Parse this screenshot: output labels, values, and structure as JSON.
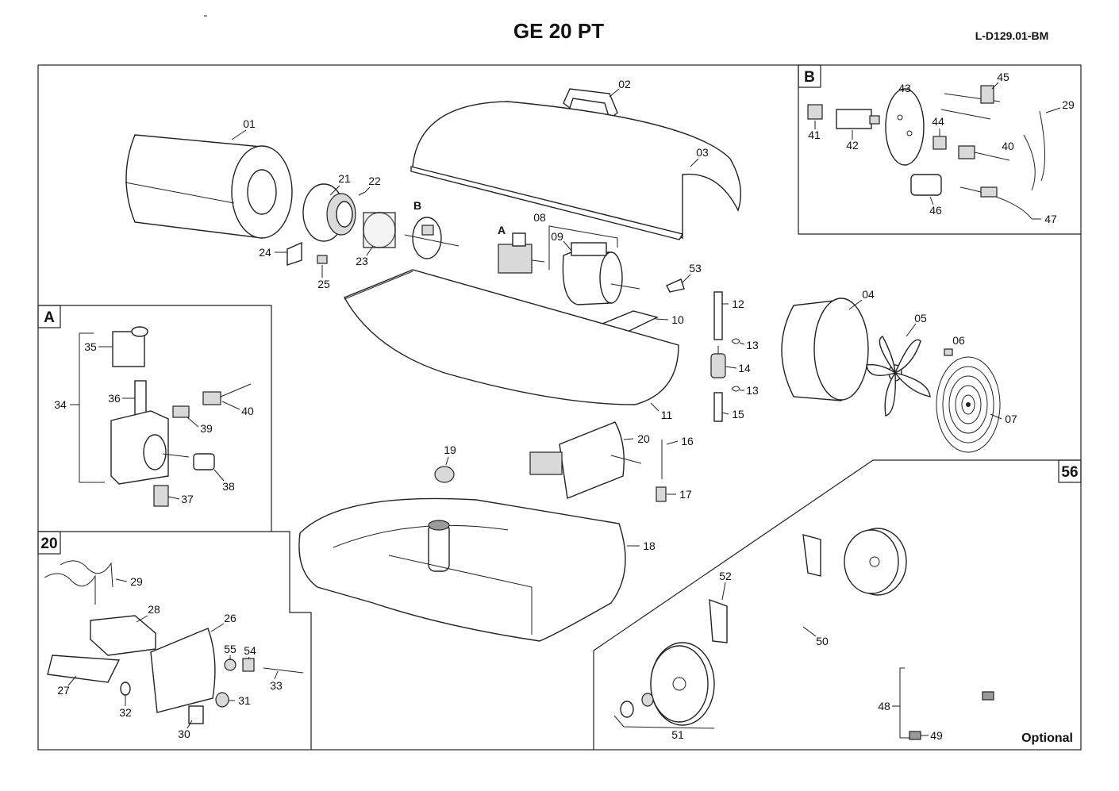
{
  "header": {
    "title": "GE 20 PT",
    "doc_ref": "L-D129.01-BM"
  },
  "insets": {
    "A": "A",
    "B": "B",
    "I20": "20",
    "I56": "56"
  },
  "optional_label": "Optional",
  "letters": {
    "A": "A",
    "B": "B"
  },
  "callouts": {
    "c01": "01",
    "c02": "02",
    "c03": "03",
    "c04": "04",
    "c05": "05",
    "c06": "06",
    "c07": "07",
    "c08": "08",
    "c09": "09",
    "c10": "10",
    "c11": "11",
    "c12": "12",
    "c13a": "13",
    "c13b": "13",
    "c14": "14",
    "c15": "15",
    "c16": "16",
    "c17": "17",
    "c18": "18",
    "c19": "19",
    "c20": "20",
    "c21": "21",
    "c22": "22",
    "c23": "23",
    "c24": "24",
    "c25": "25",
    "c26": "26",
    "c27": "27",
    "c28": "28",
    "c29a": "29",
    "c29b": "29",
    "c30": "30",
    "c31": "31",
    "c32": "32",
    "c33": "33",
    "c34": "34",
    "c35": "35",
    "c36": "36",
    "c37": "37",
    "c38": "38",
    "c39": "39",
    "c40a": "40",
    "c40b": "40",
    "c41": "41",
    "c42": "42",
    "c43": "43",
    "c44": "44",
    "c45": "45",
    "c46": "46",
    "c47": "47",
    "c48": "48",
    "c49": "49",
    "c50": "50",
    "c51": "51",
    "c52": "52",
    "c53": "53",
    "c54": "54",
    "c55": "55"
  }
}
